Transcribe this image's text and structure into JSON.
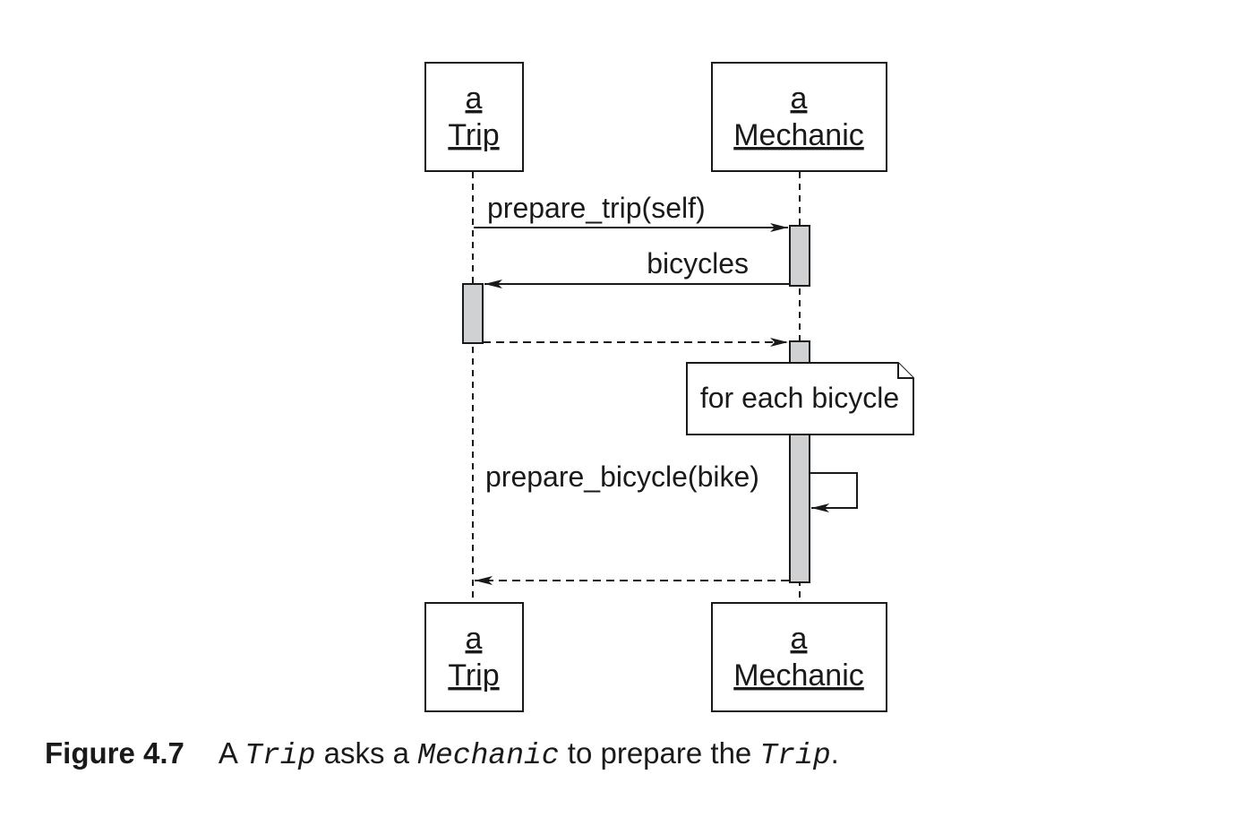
{
  "participants": [
    {
      "id": "trip",
      "line1": "a",
      "line2": "Trip"
    },
    {
      "id": "mechanic",
      "line1": "a",
      "line2": "Mechanic"
    }
  ],
  "messages": {
    "prepare_trip": "prepare_trip(self)",
    "bicycles": "bicycles",
    "prepare_bicycle": "prepare_bicycle(bike)"
  },
  "note": "for each bicycle",
  "caption": {
    "figure": "Figure 4.7",
    "part1": "A ",
    "code1": "Trip",
    "part2": " asks a ",
    "code2": "Mechanic",
    "part3": " to prepare the ",
    "code3": "Trip",
    "part4": "."
  }
}
